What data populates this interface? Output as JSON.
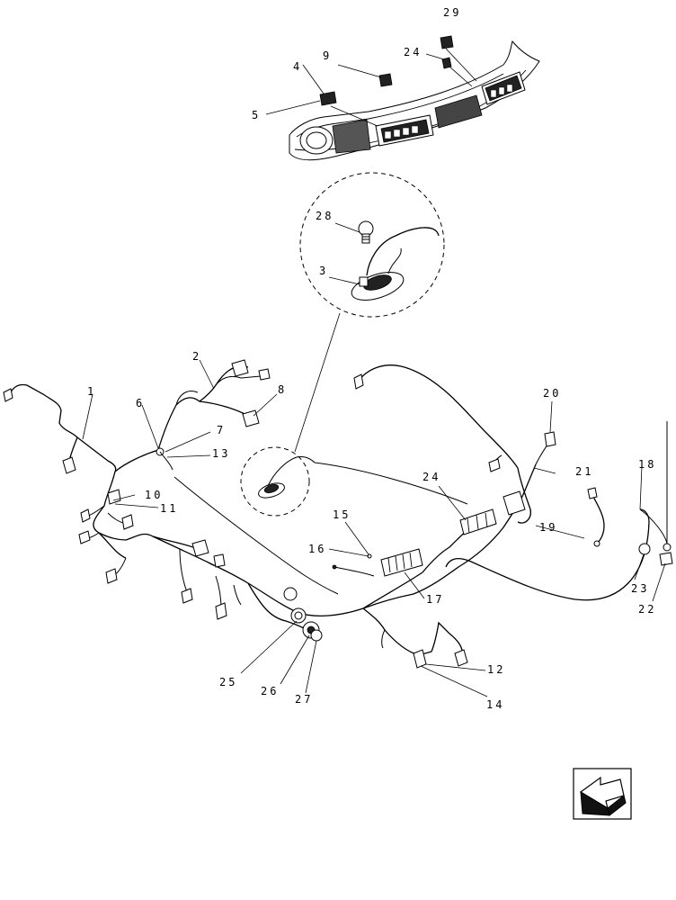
{
  "callouts": {
    "c1": "1",
    "c2": "2",
    "c3": "3",
    "c4": "4",
    "c5": "5",
    "c6": "6",
    "c7": "7",
    "c8": "8",
    "c9": "9",
    "c10": "10",
    "c11": "11",
    "c12": "12",
    "c13": "13",
    "c14": "14",
    "c15": "15",
    "c16": "16",
    "c17": "17",
    "c18": "18",
    "c19": "19",
    "c20": "20",
    "c21": "21",
    "c22": "22",
    "c23": "23",
    "c24a": "24",
    "c24b": "24",
    "c25": "25",
    "c26": "26",
    "c27": "27",
    "c28": "28",
    "c29": "29"
  },
  "icons": {
    "nav_arrow": "back-arrow-icon"
  }
}
